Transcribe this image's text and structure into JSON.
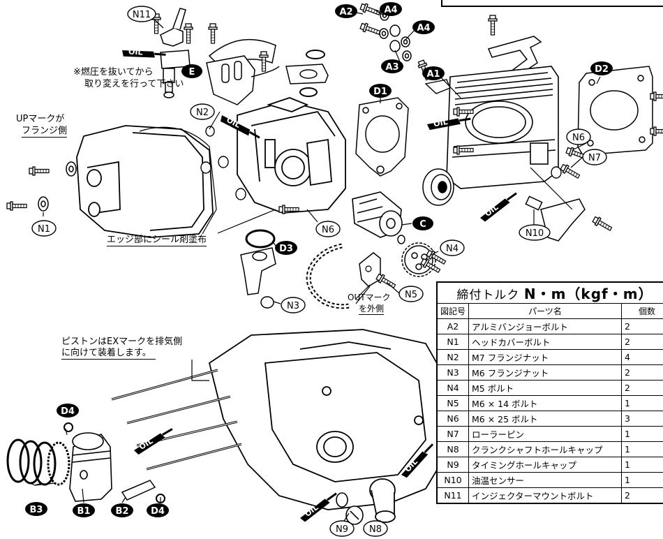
{
  "callouts": {
    "N11": "N11",
    "E": "E",
    "A2": "A2",
    "A4_upper": "A4",
    "A4_lower": "A4",
    "A3": "A3",
    "A1": "A1",
    "D2": "D2",
    "D1": "D1",
    "N2": "N2",
    "N6_right": "N6",
    "N7": "N7",
    "N1": "N1",
    "N6_center": "N6",
    "C": "C",
    "N10": "N10",
    "D3": "D3",
    "N4": "N4",
    "N3": "N3",
    "N5": "N5",
    "D4_left": "D4",
    "D4_right": "D4",
    "B3": "B3",
    "B1": "B1",
    "B2": "B2",
    "N9": "N9",
    "N8": "N8"
  },
  "oil_label": "OIL",
  "notes": {
    "fuel_pressure_1": "※燃圧を抜いてから",
    "fuel_pressure_2": "取り変えを行って下さい",
    "up_mark_1": "UPマークが",
    "up_mark_2": "フランジ側",
    "edge_sealant": "エッジ部にシール剤塗布",
    "out_mark_1": "OUTマーク",
    "out_mark_2": "を外側",
    "piston_1": "ピストンはEXマークを排気側",
    "piston_2": "に向けて装着します。"
  },
  "torque_table": {
    "title_prefix": "締付トルク",
    "title_unit": "N・m（kgf・m）",
    "columns": [
      "図記号",
      "パーツ名",
      "個数"
    ],
    "rows": [
      {
        "code": "A2",
        "name": "アルミバンジョーボルト",
        "qty": "2"
      },
      {
        "code": "N1",
        "name": "ヘッドカバーボルト",
        "qty": "2"
      },
      {
        "code": "N2",
        "name": "M7 フランジナット",
        "qty": "4"
      },
      {
        "code": "N3",
        "name": "M6 フランジナット",
        "qty": "2"
      },
      {
        "code": "N4",
        "name": "M5 ボルト",
        "qty": "2"
      },
      {
        "code": "N5",
        "name": "M6 × 14 ボルト",
        "qty": "1"
      },
      {
        "code": "N6",
        "name": "M6 × 25 ボルト",
        "qty": "3"
      },
      {
        "code": "N7",
        "name": "ローラーピン",
        "qty": "1"
      },
      {
        "code": "N8",
        "name": "クランクシャフトホールキャップ",
        "qty": "1"
      },
      {
        "code": "N9",
        "name": "タイミングホールキャップ",
        "qty": "1"
      },
      {
        "code": "N10",
        "name": "油温センサー",
        "qty": "1"
      },
      {
        "code": "N11",
        "name": "インジェクターマウントボルト",
        "qty": "2"
      }
    ]
  }
}
